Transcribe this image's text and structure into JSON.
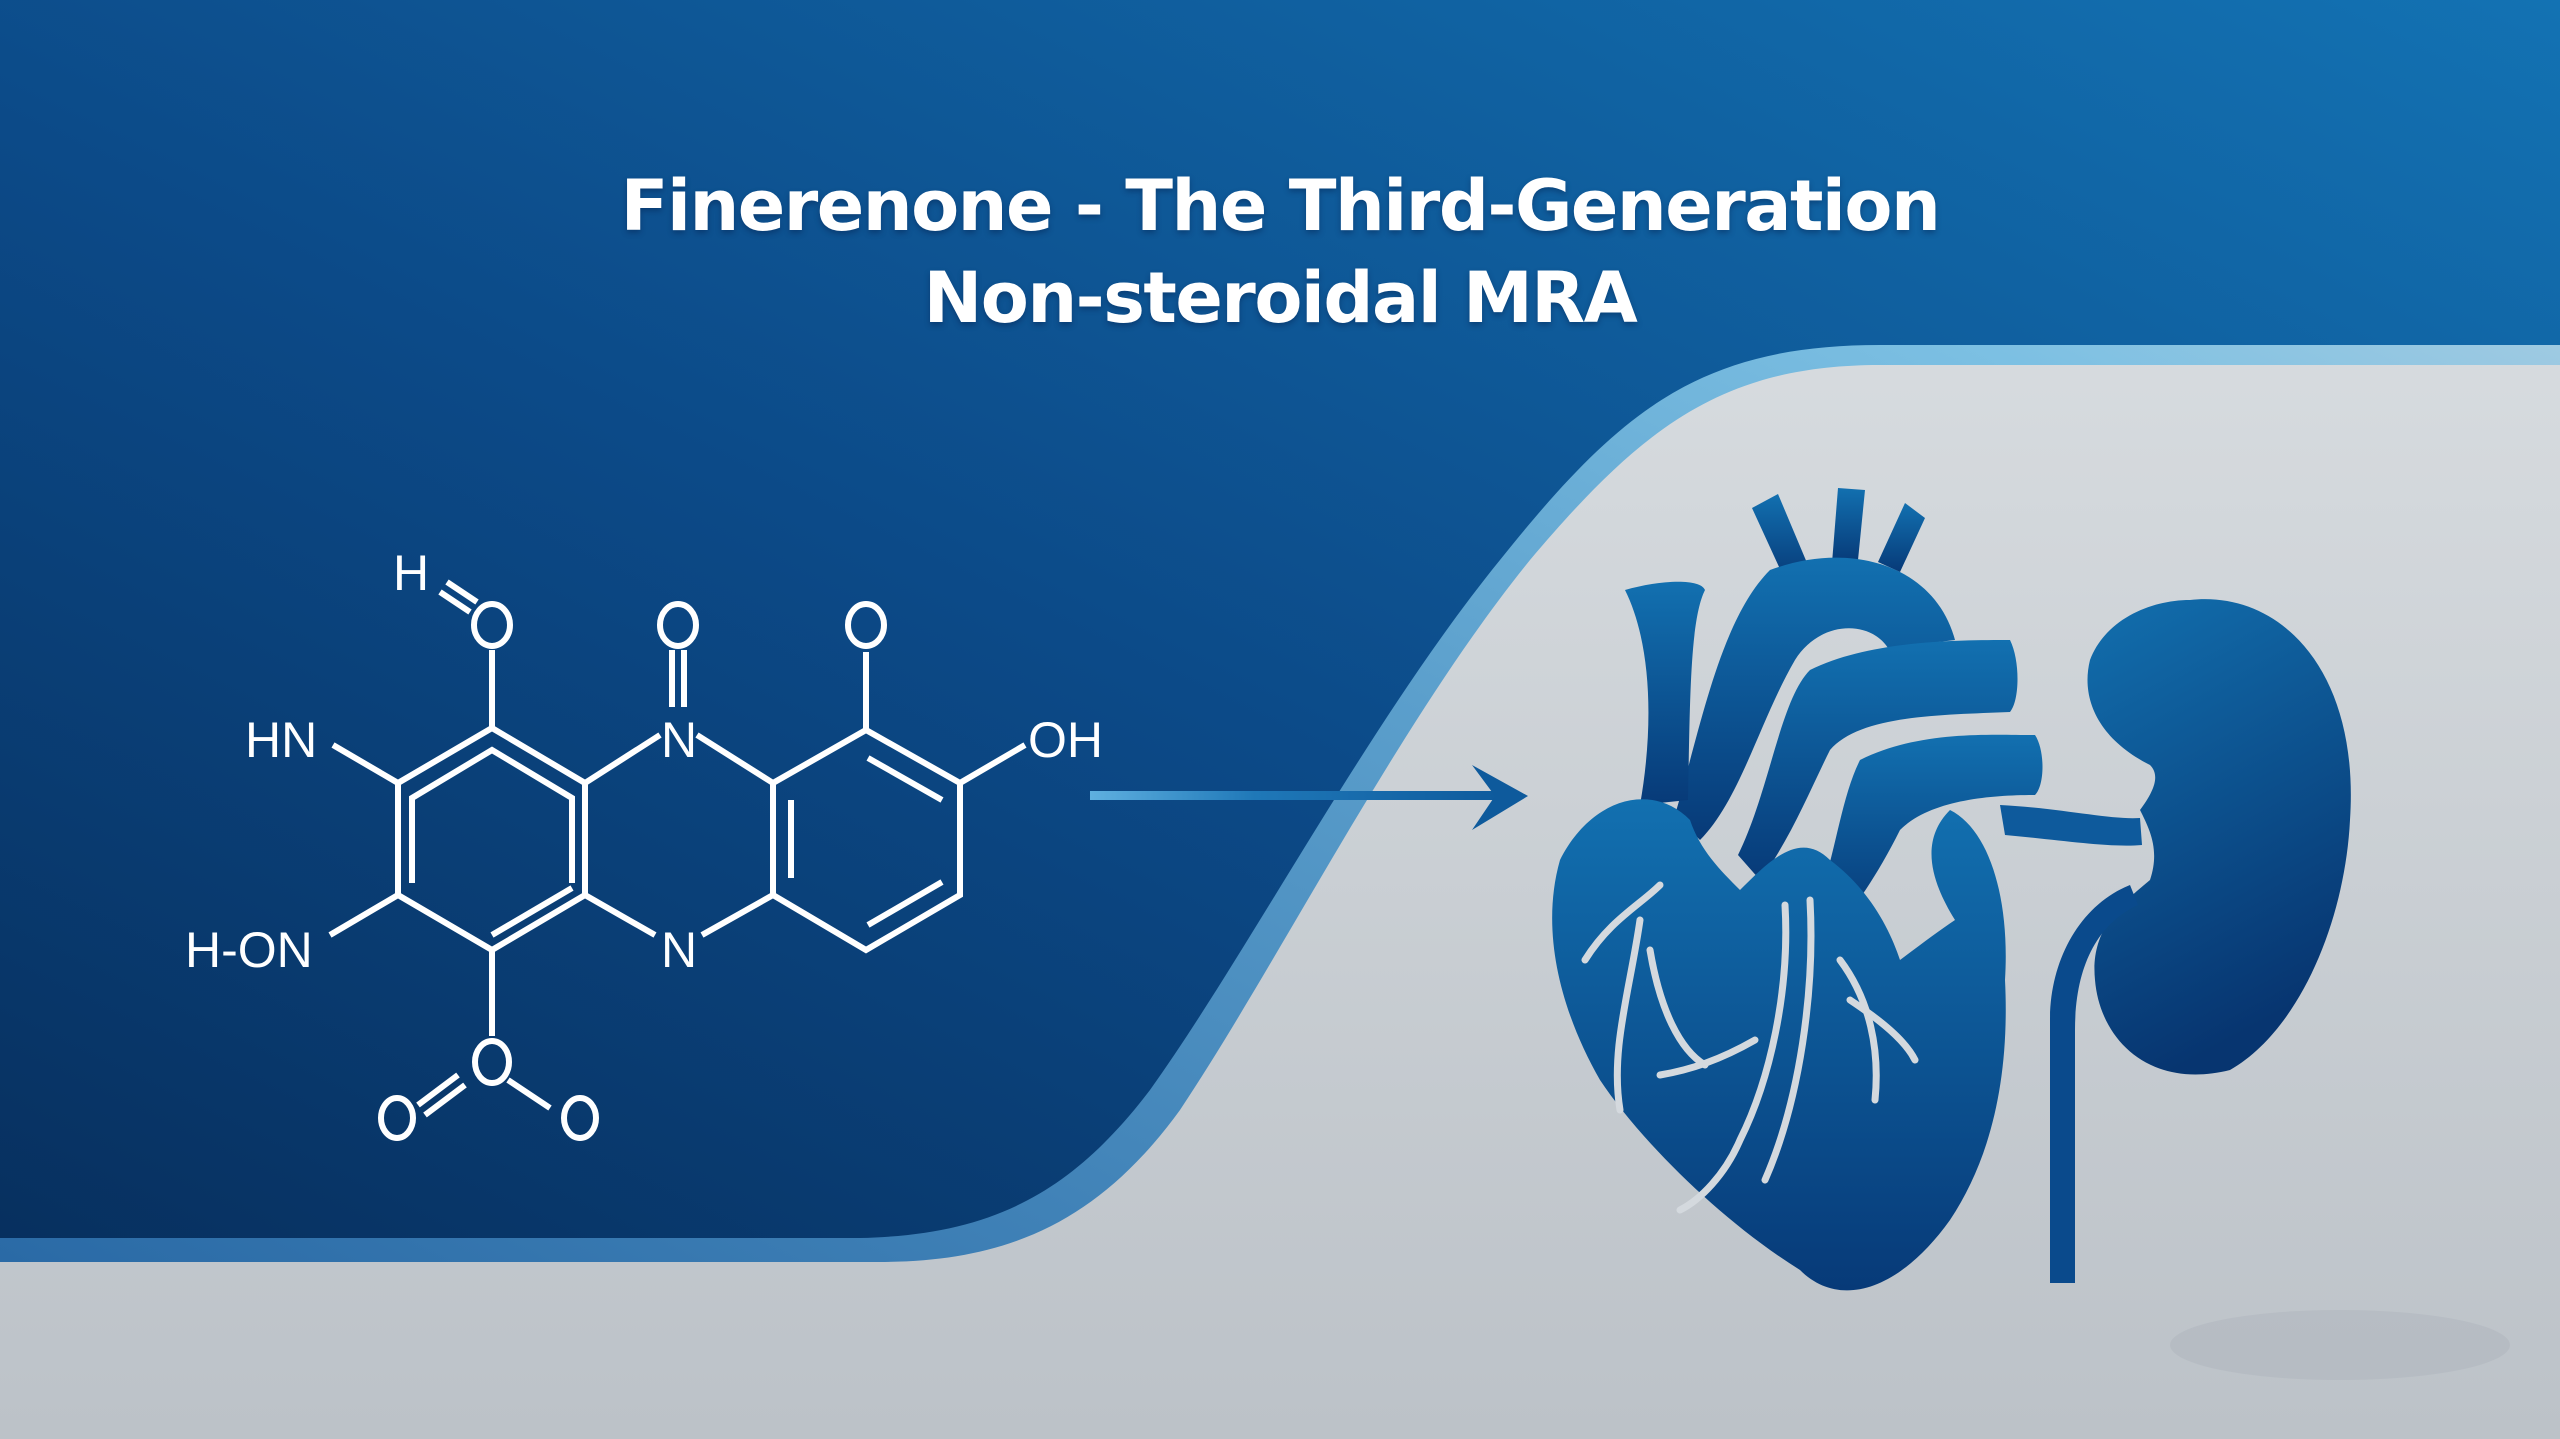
{
  "slide": {
    "title_line1": "Finerenone - The Third-Generation",
    "title_line2": "Non-steroidal MRA"
  },
  "molecule": {
    "labels": {
      "aldehyde_h": "H",
      "hn": "HN",
      "h_on": "H-ON",
      "n_top": "N",
      "n_bottom": "N",
      "oh": "OH"
    },
    "icon": "chemical-structure-icon"
  },
  "arrow": {
    "icon": "right-arrow-icon"
  },
  "organs": {
    "heart_icon": "heart-anatomy-icon",
    "kidney_icon": "kidney-icon"
  },
  "colors": {
    "dark_blue": "#0b3f7a",
    "mid_blue": "#0f5e9c",
    "accent_light_blue": "#6cb3dd",
    "organ_blue": "#0e5a9c",
    "panel_gray": "#d4d9de",
    "text_white": "#ffffff"
  }
}
